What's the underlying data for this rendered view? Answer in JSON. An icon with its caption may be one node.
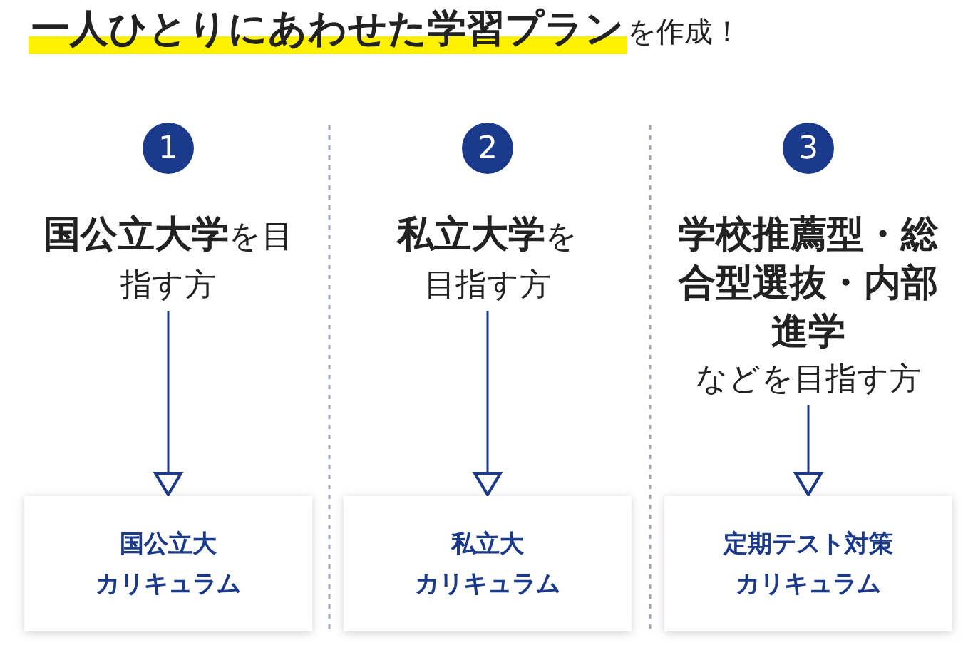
{
  "diagram": {
    "title": "**一人ひとりにあわせた学習プラン**を作成！",
    "nodes": [
      {
        "text": [
          "1"
        ]
      },
      {
        "text": [
          "**国公立大学**を目指す方"
        ]
      },
      {
        "text": [
          "国公立大カリキュラム"
        ]
      },
      {
        "text": [
          "2"
        ]
      },
      {
        "text": [
          "**私立大学**を目指す方"
        ]
      },
      {
        "text": [
          "私立大カリキュラム"
        ]
      },
      {
        "text": [
          "3"
        ]
      },
      {
        "text": [
          "**学校推薦型・総合型選抜・内部進学**などを目指す方"
        ]
      },
      {
        "text": [
          "定期テスト対策カリキュラム"
        ]
      }
    ],
    "edges": [
      {
        "from": 1,
        "to": 2,
        "arrow": "to"
      },
      {
        "from": 4,
        "to": 5,
        "arrow": "to"
      },
      {
        "from": 7,
        "to": 8,
        "arrow": "to"
      }
    ]
  }
}
